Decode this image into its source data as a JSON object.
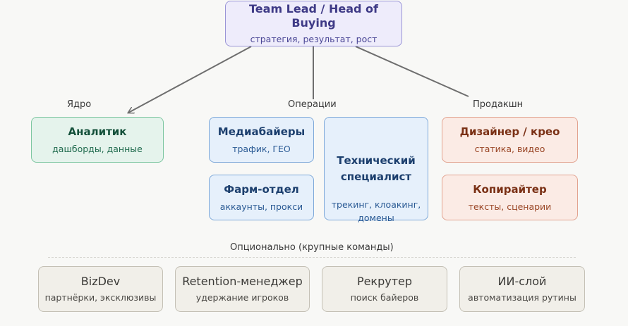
{
  "root": {
    "title": "Team Lead / Head of Buying",
    "subtitle": "стратегия, результат, рост"
  },
  "groups": {
    "core": "Ядро",
    "operations": "Операции",
    "production": "Продакшн"
  },
  "nodes": {
    "analyst": {
      "title": "Аналитик",
      "subtitle": "дашборды, данные"
    },
    "media_buyers": {
      "title": "Медиабайеры",
      "subtitle": "трафик, ГЕО"
    },
    "farm": {
      "title": "Фарм-отдел",
      "subtitle": "аккаунты, прокси"
    },
    "tech": {
      "title_line1": "Технический",
      "title_line2": "специалист",
      "subtitle_line1": "трекинг, клоакинг,",
      "subtitle_line2": "домены"
    },
    "designer": {
      "title": "Дизайнер / крео",
      "subtitle": "статика, видео"
    },
    "copywriter": {
      "title": "Копирайтер",
      "subtitle": "тексты, сценарии"
    }
  },
  "optional": {
    "heading": "Опционально (крупные команды)",
    "items": [
      {
        "title": "BizDev",
        "subtitle": "партнёрки, эксклюзивы"
      },
      {
        "title": "Retention-менеджер",
        "subtitle": "удержание игроков"
      },
      {
        "title": "Рекрутер",
        "subtitle": "поиск байеров"
      },
      {
        "title": "ИИ-слой",
        "subtitle": "автоматизация рутины"
      }
    ]
  },
  "colors": {
    "root": "#eeecfb",
    "core": "#e5f3ec",
    "operations": "#e6f0fb",
    "production": "#fbebe5",
    "optional": "#f1efe9",
    "connector": "#6e6e6e"
  }
}
